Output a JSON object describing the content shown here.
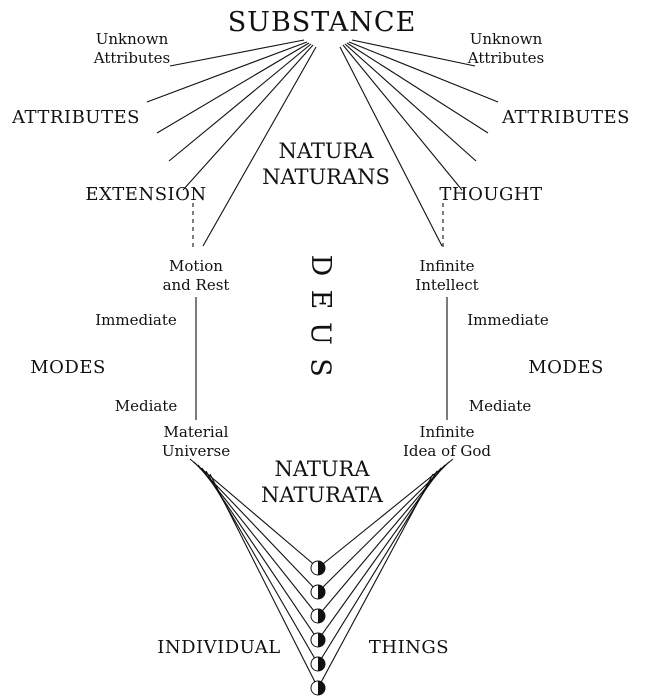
{
  "diagram": {
    "ink_color": "#111111",
    "substance": "SUBSTANCE",
    "natura_naturans": "NATURA\nNATURANS",
    "natura_naturata": "NATURA\nNATURATA",
    "deus_letters": [
      "D",
      "E",
      "U",
      "S"
    ],
    "left": {
      "unknown_attributes": "Unknown\nAttributes",
      "attributes": "ATTRIBUTES",
      "attribute_name": "EXTENSION",
      "first_mode": "Motion\nand Rest",
      "immediate": "Immediate",
      "modes": "MODES",
      "mediate": "Mediate",
      "mediate_mode": "Material\nUniverse"
    },
    "right": {
      "unknown_attributes": "Unknown\nAttributes",
      "attributes": "ATTRIBUTES",
      "attribute_name": "THOUGHT",
      "first_mode": "Infinite\nIntellect",
      "immediate": "Immediate",
      "modes": "MODES",
      "mediate": "Mediate",
      "mediate_mode": "Infinite\nIdea of God"
    },
    "bottom": {
      "individual": "INDIVIDUAL",
      "things": "THINGS"
    }
  }
}
